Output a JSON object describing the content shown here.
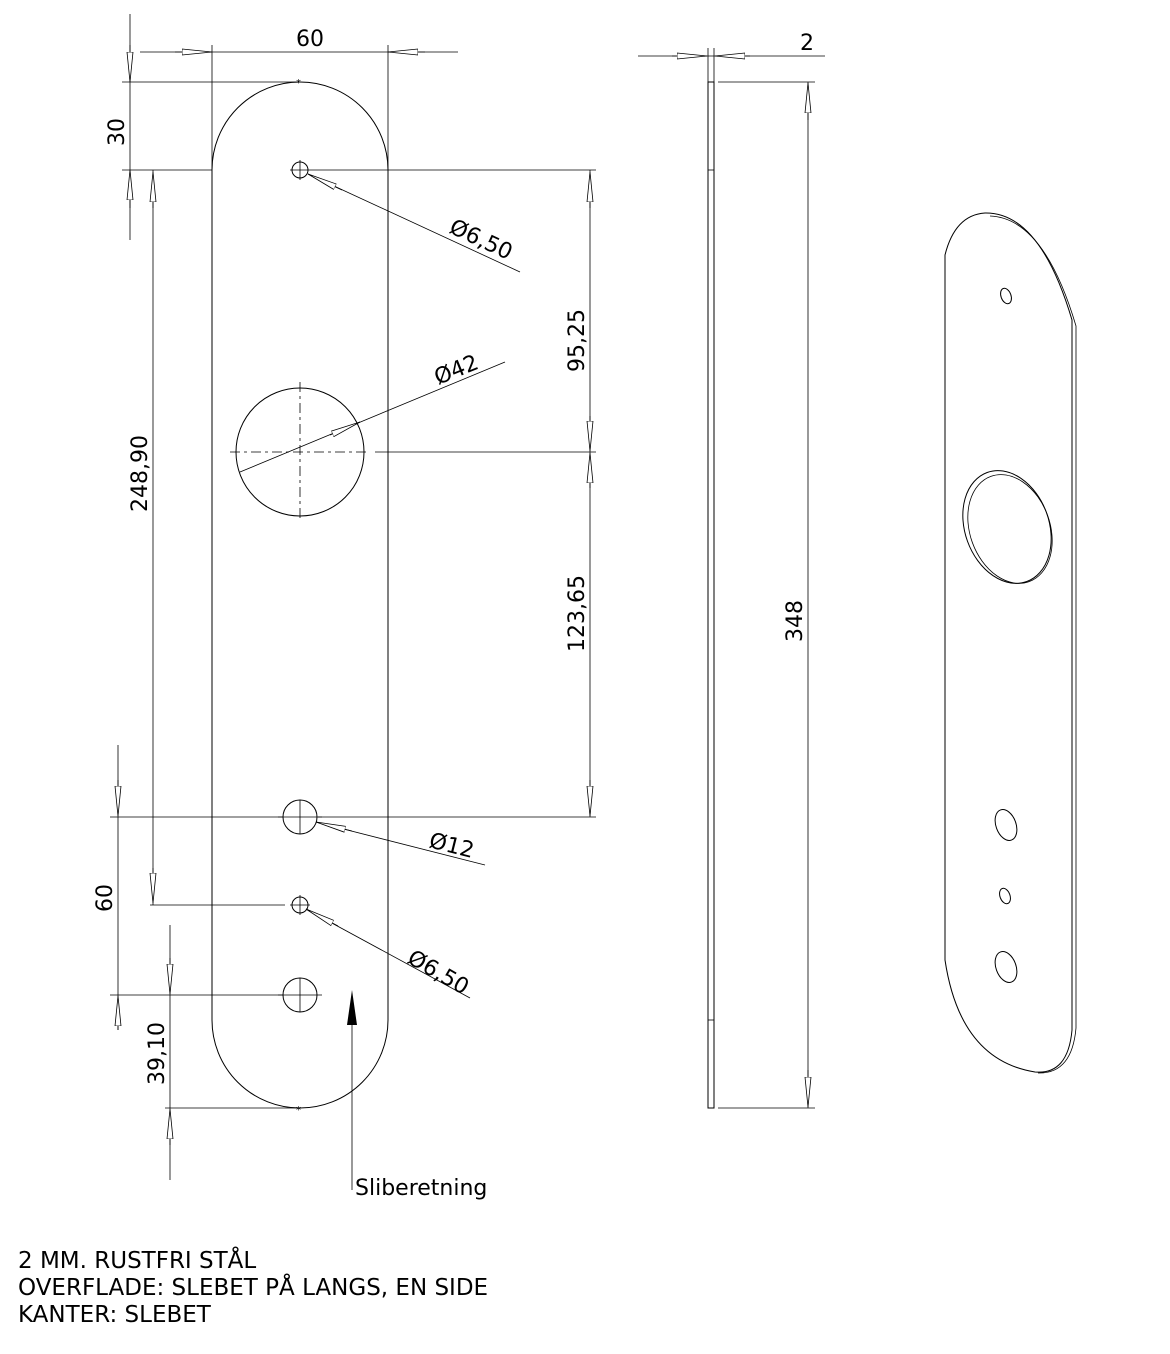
{
  "front_view": {
    "dims": {
      "width": "60",
      "top_offset": "30",
      "hole_span": "248,90",
      "upper_spacing": "95,25",
      "lower_spacing": "123,65",
      "lower_hole_pitch": "60",
      "bottom_offset": "39,10",
      "small_hole_top": "Ø6,50",
      "large_hole": "Ø42",
      "medium_hole": "Ø12",
      "small_hole_bottom": "Ø6,50"
    },
    "grain_label": "Sliberetning"
  },
  "side_view": {
    "thickness": "2",
    "length": "348"
  },
  "notes": [
    "2 MM. RUSTFRI STÅL",
    "OVERFLADE: SLEBET PÅ LANGS, EN SIDE",
    "KANTER: SLEBET"
  ]
}
